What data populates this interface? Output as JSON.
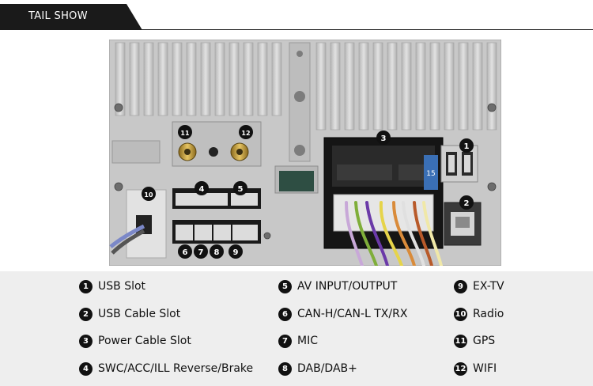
{
  "header": {
    "title": "TAIL SHOW"
  },
  "markers": [
    "1",
    "2",
    "3",
    "4",
    "5",
    "6",
    "7",
    "8",
    "9",
    "10",
    "11",
    "12"
  ],
  "legend": [
    {
      "num": "1",
      "label": "USB Slot"
    },
    {
      "num": "2",
      "label": "USB Cable Slot"
    },
    {
      "num": "3",
      "label": "Power Cable Slot"
    },
    {
      "num": "4",
      "label": "SWC/ACC/ILL Reverse/Brake"
    },
    {
      "num": "5",
      "label": "AV INPUT/OUTPUT"
    },
    {
      "num": "6",
      "label": "CAN-H/CAN-L TX/RX"
    },
    {
      "num": "7",
      "label": "MIC"
    },
    {
      "num": "8",
      "label": "DAB/DAB+"
    },
    {
      "num": "9",
      "label": "EX-TV"
    },
    {
      "num": "10",
      "label": "Radio"
    },
    {
      "num": "11",
      "label": "GPS"
    },
    {
      "num": "12",
      "label": "WIFI"
    }
  ],
  "fuse_label": "15",
  "colors": {
    "header": "#1a1a1a",
    "panel": "#c9c9c9",
    "legend_bg": "#eeeeee",
    "fuse": "#3a6fb5"
  }
}
